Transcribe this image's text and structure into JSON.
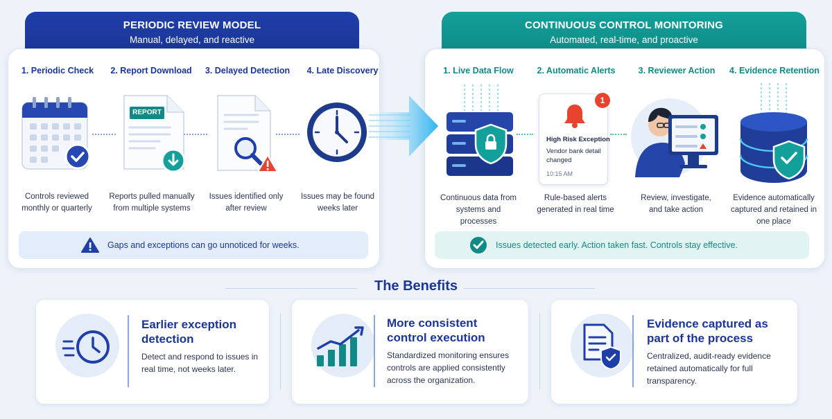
{
  "left": {
    "title": "PERIODIC REVIEW MODEL",
    "subtitle": "Manual, delayed, and reactive",
    "steps": [
      {
        "title": "1. Periodic Check",
        "desc": "Controls reviewed monthly or quarterly",
        "icon": "calendar-icon"
      },
      {
        "title": "2. Report Download",
        "desc": "Reports pulled manually from multiple systems",
        "icon": "report-download-icon",
        "label": "REPORT"
      },
      {
        "title": "3. Delayed Detection",
        "desc": "Issues identified only after review",
        "icon": "document-search-icon"
      },
      {
        "title": "4. Late Discovery",
        "desc": "Issues may be found weeks later",
        "icon": "clock-icon"
      }
    ],
    "note": "Gaps and exceptions can go unnoticed for weeks."
  },
  "right": {
    "title": "CONTINUOUS CONTROL MONITORING",
    "subtitle": "Automated, real-time, and proactive",
    "steps": [
      {
        "title": "1. Live Data Flow",
        "desc": "Continuous data from systems and processes",
        "icon": "server-shield-icon"
      },
      {
        "title": "2. Automatic Alerts",
        "desc": "Rule-based alerts generated in real time",
        "icon": "alert-card-icon"
      },
      {
        "title": "3. Reviewer Action",
        "desc": "Review, investigate, and take action",
        "icon": "reviewer-icon"
      },
      {
        "title": "4. Evidence Retention",
        "desc": "Evidence automatically captured and retained in one place",
        "icon": "database-shield-icon"
      }
    ],
    "alert": {
      "badge": "1",
      "heading": "High Risk Exception",
      "body": "Vendor bank detail changed",
      "time": "10:15 AM"
    },
    "note": "Issues detected early. Action taken fast. Controls stay effective."
  },
  "benefits": {
    "title": "The Benefits",
    "cards": [
      {
        "heading": "Earlier exception detection",
        "desc": "Detect and respond to issues in real time, not weeks later.",
        "icon": "fast-clock-icon"
      },
      {
        "heading": "More consistent control execution",
        "desc": "Standardized monitoring ensures controls are applied consistently across the organization.",
        "icon": "growth-chart-icon"
      },
      {
        "heading": "Evidence captured as part of the process",
        "desc": "Centralized, audit-ready evidence retained automatically for full transparency.",
        "icon": "document-shield-icon"
      }
    ]
  },
  "colors": {
    "navy": "#1a3597",
    "teal": "#0f8a86",
    "alert_red": "#e8432e"
  }
}
